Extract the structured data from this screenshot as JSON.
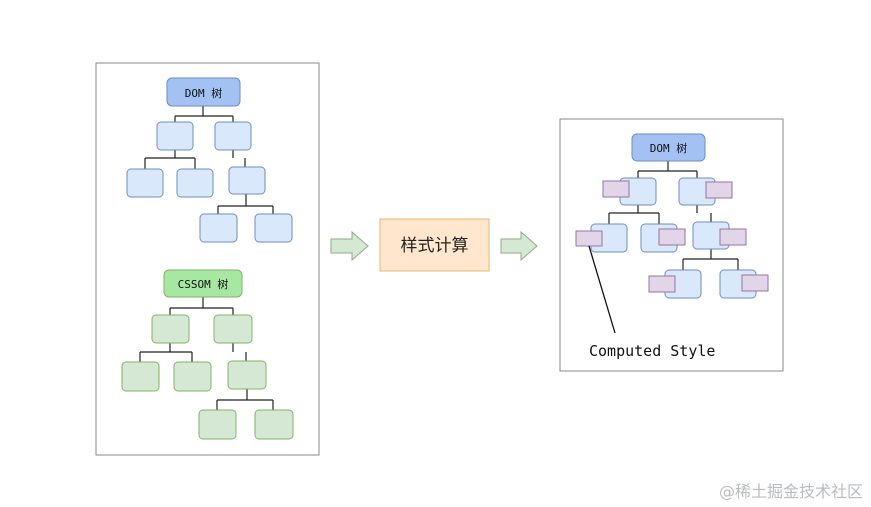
{
  "left_panel": {
    "dom_tree_label": "DOM 树",
    "cssom_tree_label": "CSSOM 树"
  },
  "process": {
    "label": "样式计算"
  },
  "right_panel": {
    "dom_tree_label": "DOM 树",
    "computed_style_label": "Computed Style"
  },
  "watermark": "@稀土掘金技术社区",
  "colors": {
    "dom_header": "#a4c1f4",
    "dom_node": "#dae8fc",
    "cssom_header": "#a6e8a2",
    "cssom_node": "#d5e8d4",
    "process_box": "#ffe6cc",
    "computed_style": "#e1d5e7",
    "arrow": "#d5e8d4"
  }
}
